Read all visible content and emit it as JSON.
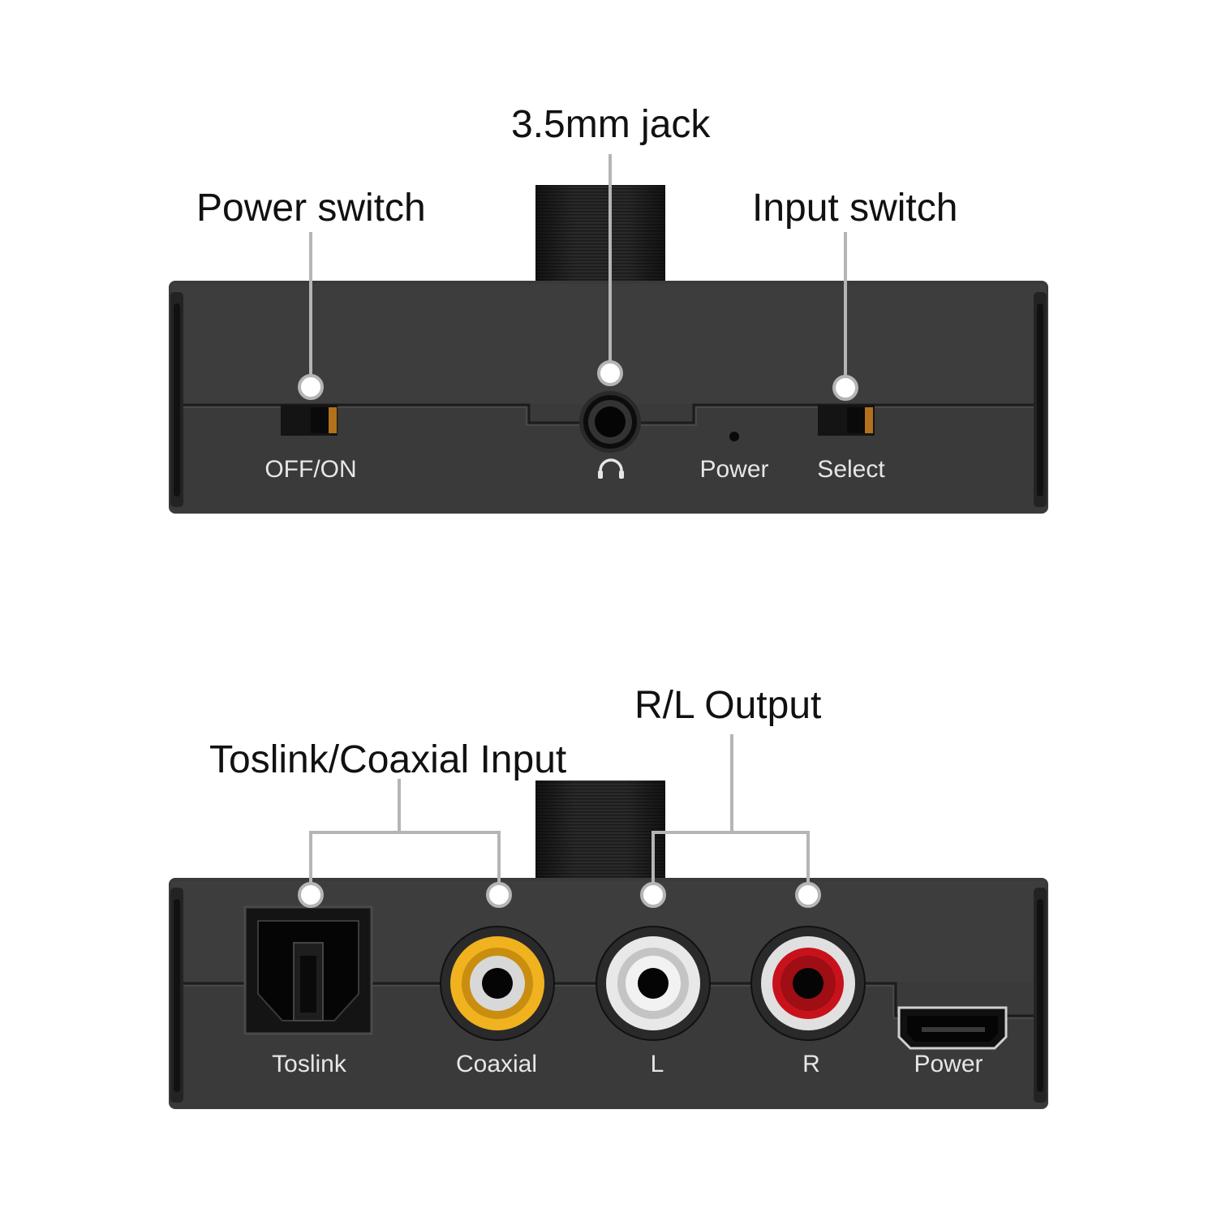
{
  "top_panel": {
    "callouts": {
      "jack": "3.5mm jack",
      "power_switch": "Power switch",
      "input_switch": "Input switch"
    },
    "labels": {
      "off_on": "OFF/ON",
      "power": "Power",
      "select": "Select"
    },
    "icons": [
      "headphone-icon"
    ]
  },
  "bottom_panel": {
    "callouts": {
      "input": "Toslink/Coaxial Input",
      "output": "R/L Output"
    },
    "labels": {
      "toslink": "Toslink",
      "coaxial": "Coaxial",
      "left": "L",
      "right": "R",
      "power": "Power"
    }
  },
  "colors": {
    "body": "#3a3a3a",
    "coaxial_ring": "#f0b21e",
    "left_ring": "#e8e8e8",
    "right_ring": "#c8121b",
    "leader_line": "#b5b5b5",
    "label_text": "#e6e6e6"
  }
}
